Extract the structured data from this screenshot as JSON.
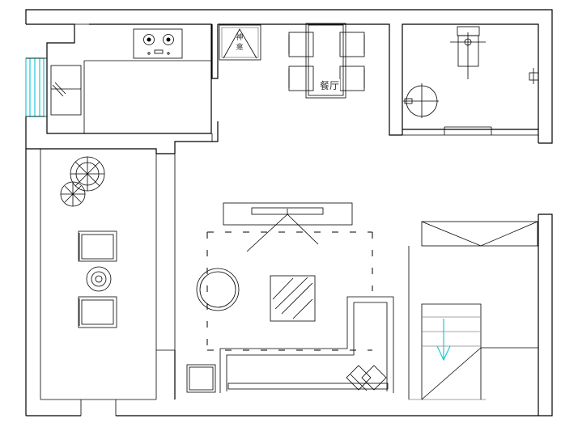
{
  "labels": {
    "dining_room": "餐厅",
    "shrine_line1": "神",
    "shrine_line2": "龛"
  },
  "colors": {
    "wall": "#000000",
    "window": "#1cc8d8",
    "stair_arrow": "#1cc8d8",
    "label": "#333333"
  },
  "icons": {
    "stove": "gas-stove-icon",
    "stair_arrow": "down-arrow-icon"
  }
}
